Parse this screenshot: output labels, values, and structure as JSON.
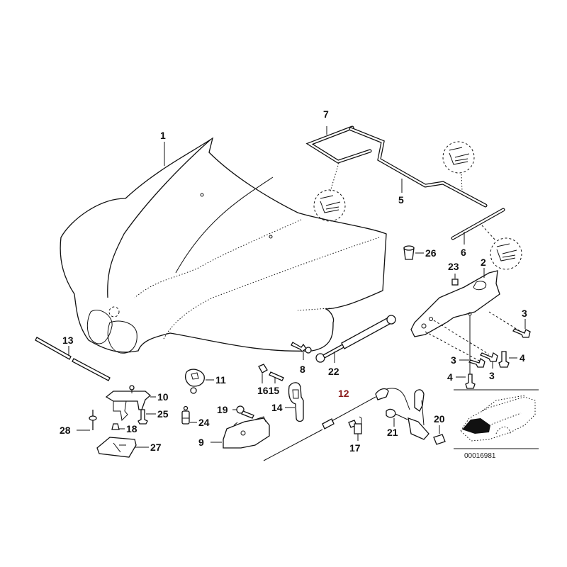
{
  "diagram": {
    "title": "Hood / bonnet parts exploded view",
    "highlight_color": "#c0392b",
    "reference_code": "00016981",
    "callouts": [
      {
        "id": "1",
        "part": "hood"
      },
      {
        "id": "2",
        "part": "hinge"
      },
      {
        "id": "3a",
        "label": "3",
        "part": "bolt"
      },
      {
        "id": "3b",
        "label": "3",
        "part": "bolt"
      },
      {
        "id": "3c",
        "label": "3",
        "part": "bolt"
      },
      {
        "id": "4a",
        "label": "4",
        "part": "screw"
      },
      {
        "id": "4b",
        "label": "4",
        "part": "screw"
      },
      {
        "id": "5",
        "part": "seal rear"
      },
      {
        "id": "6",
        "part": "seal side"
      },
      {
        "id": "7",
        "part": "seal front"
      },
      {
        "id": "8",
        "part": "ball stud"
      },
      {
        "id": "9",
        "part": "hood lock"
      },
      {
        "id": "10",
        "part": "lock catch"
      },
      {
        "id": "11",
        "part": "bowden cable holder"
      },
      {
        "id": "12",
        "part": "bowden cable",
        "highlighted": true
      },
      {
        "id": "13",
        "part": "support rod"
      },
      {
        "id": "14",
        "part": "release handle"
      },
      {
        "id": "15",
        "part": "screw"
      },
      {
        "id": "16",
        "part": "cap"
      },
      {
        "id": "17",
        "part": "clip"
      },
      {
        "id": "18",
        "part": "rubber buffer"
      },
      {
        "id": "19",
        "part": "screw"
      },
      {
        "id": "20",
        "part": "sleeve"
      },
      {
        "id": "21",
        "part": "screw"
      },
      {
        "id": "22",
        "part": "gas strut"
      },
      {
        "id": "23",
        "part": "nut"
      },
      {
        "id": "24",
        "part": "buffer"
      },
      {
        "id": "25",
        "part": "screw"
      },
      {
        "id": "26",
        "part": "rubber stop"
      },
      {
        "id": "27",
        "part": "bracket"
      },
      {
        "id": "28",
        "part": "pin"
      }
    ],
    "labels": {
      "l1": "1",
      "l2": "2",
      "l3a": "3",
      "l3b": "3",
      "l3c": "3",
      "l4a": "4",
      "l4b": "4",
      "l5": "5",
      "l6": "6",
      "l7": "7",
      "l8": "8",
      "l9": "9",
      "l10": "10",
      "l11": "11",
      "l12": "12",
      "l13": "13",
      "l14": "14",
      "l1615": "1615",
      "l17": "17",
      "l18": "18",
      "l19": "19",
      "l20": "20",
      "l21": "21",
      "l22": "22",
      "l23": "23",
      "l24": "24",
      "l25": "25",
      "l26": "26",
      "l27": "27",
      "l28": "28"
    }
  }
}
